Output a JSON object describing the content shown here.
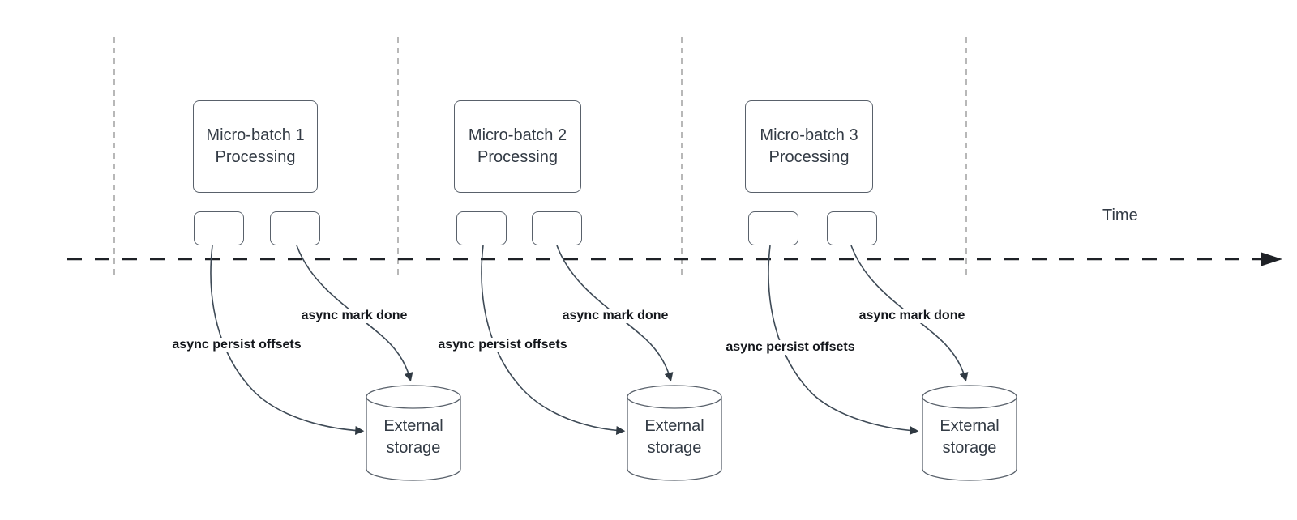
{
  "diagram": {
    "time_axis": {
      "label": "Time"
    },
    "batches": [
      {
        "title": "Micro-batch 1",
        "subtitle": "Processing",
        "persist_label": "async persist offsets",
        "mark_label": "async mark done",
        "storage_line1": "External",
        "storage_line2": "storage"
      },
      {
        "title": "Micro-batch 2",
        "subtitle": "Processing",
        "persist_label": "async persist offsets",
        "mark_label": "async mark done",
        "storage_line1": "External",
        "storage_line2": "storage"
      },
      {
        "title": "Micro-batch 3",
        "subtitle": "Processing",
        "persist_label": "async persist offsets",
        "mark_label": "async mark done",
        "storage_line1": "External",
        "storage_line2": "storage"
      }
    ],
    "colors": {
      "arrow_stroke": "#3e4a56",
      "box_border": "#59616b",
      "box_text": "#333b45",
      "label_text": "#14171c",
      "timeline": "#1e2126",
      "separator": "#a6a6a6",
      "background": "#ffffff"
    }
  }
}
